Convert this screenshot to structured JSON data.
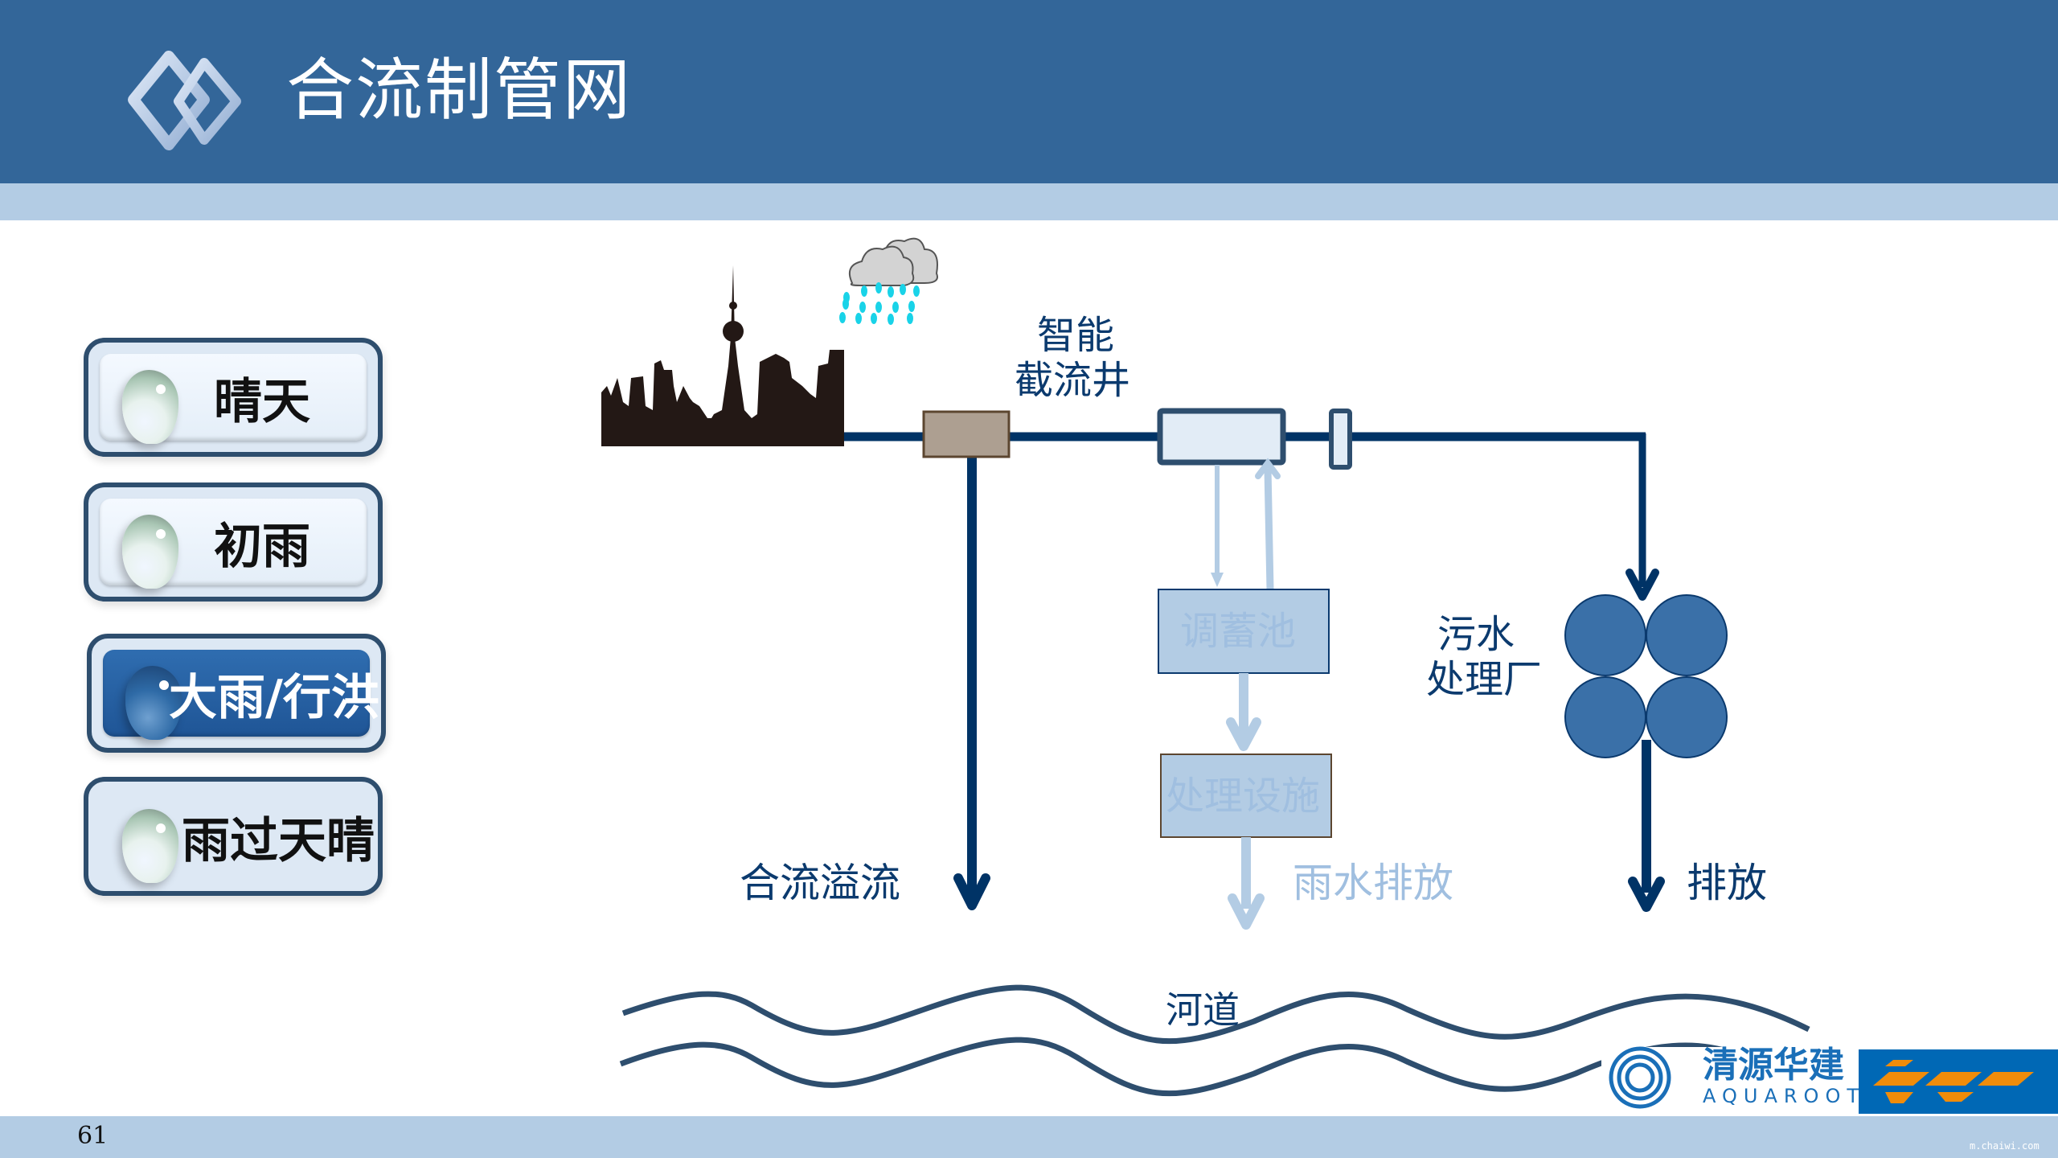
{
  "header": {
    "title": "合流制管网",
    "logo_icon": "double-diamond-logo-icon"
  },
  "scenarios": [
    {
      "label": "晴天",
      "active": false
    },
    {
      "label": "初雨",
      "active": false
    },
    {
      "label": "大雨/行洪",
      "active": true
    },
    {
      "label": "雨过天晴",
      "active": false
    }
  ],
  "diagram": {
    "smart_well_label_line1": "智能",
    "smart_well_label_line2": "截流井",
    "storage_tank_label": "调蓄池",
    "treatment_facility_label": "处理设施",
    "rainwater_discharge_label": "雨水排放",
    "combined_overflow_label": "合流溢流",
    "wwtp_label_line1": "污水",
    "wwtp_label_line2": "处理厂",
    "discharge_label": "排放",
    "river_label": "河道",
    "city_icon": "city-skyline-icon",
    "rain_icon": "rain-cloud-icon"
  },
  "colors": {
    "header": "#336699",
    "band": "#b3cce4",
    "pipe": "#003366",
    "light_flow": "#b3cce4",
    "plant": "#3a70a8",
    "junction": "#ad9f91"
  },
  "logos": {
    "aquaroot_cn": "清源华建",
    "aquaroot_en": "AQUAROOT"
  },
  "footer": {
    "page_number": "61",
    "watermark": "m.chaiwi.com"
  }
}
